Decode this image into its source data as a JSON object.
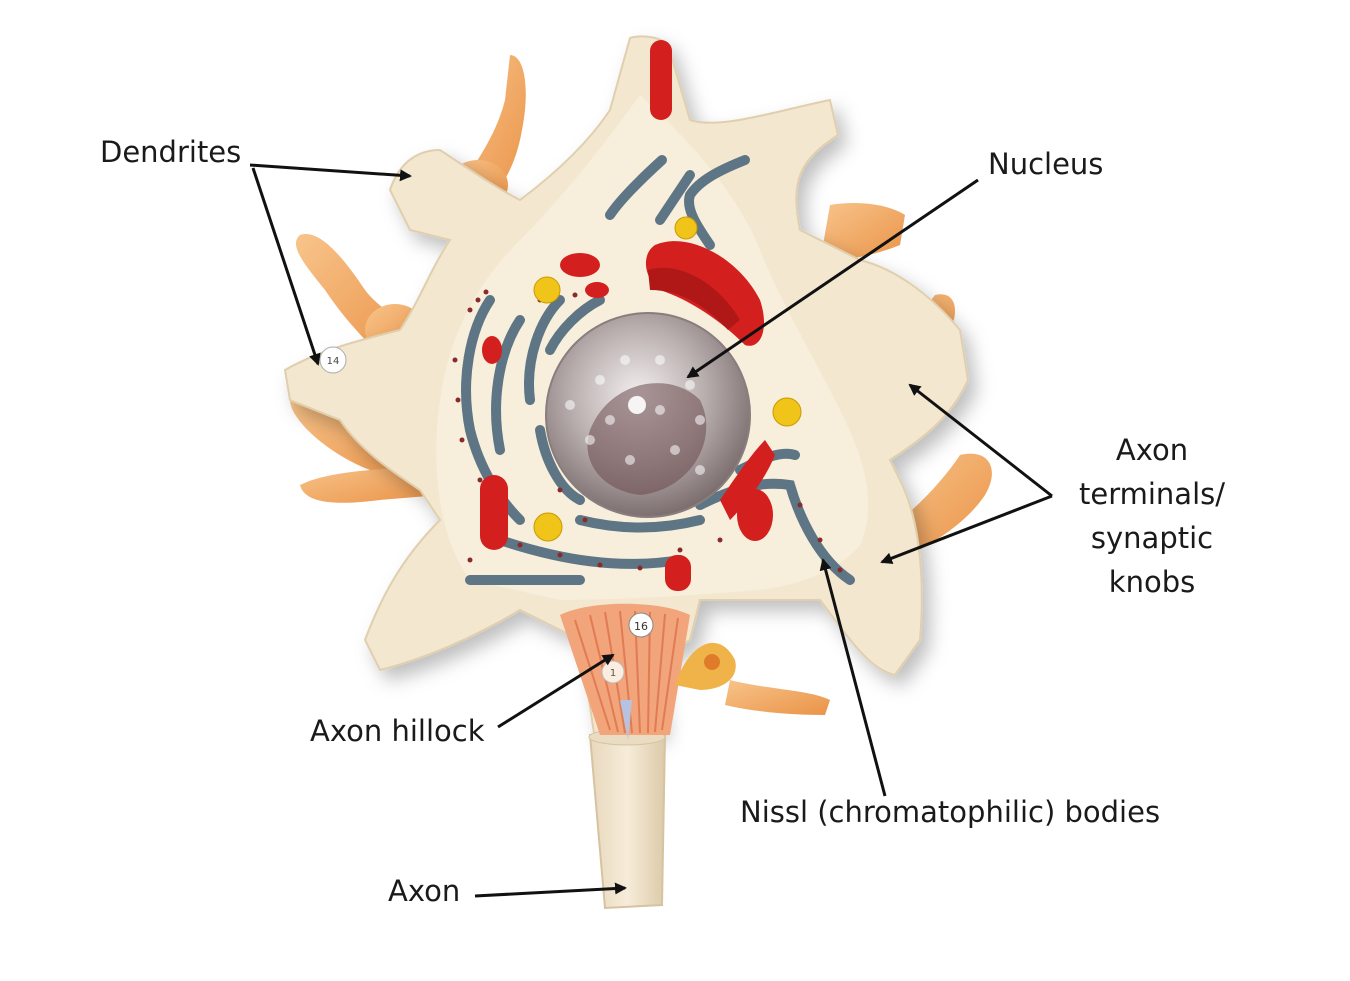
{
  "labels": {
    "dendrites": "Dendrites",
    "nucleus": "Nucleus",
    "axon_terminals": [
      "Axon",
      "terminals/",
      "synaptic",
      "knobs"
    ],
    "axon_hillock": "Axon hillock",
    "nissl_bodies": "Nissl (chromatophilic) bodies",
    "axon": "Axon"
  },
  "model_tags": [
    "14",
    "16",
    "1"
  ],
  "colors": {
    "background": "#ffffff",
    "cell_body": "#f3e7cf",
    "cytoplasm": "#f7eedb",
    "dendrite_knob": "#f4a55c",
    "organelle_red": "#d3201f",
    "er_gray": "#5d7584",
    "vesicle_yellow": "#f0c419",
    "nucleus": "#c9c2c0",
    "arrow": "#111111"
  }
}
